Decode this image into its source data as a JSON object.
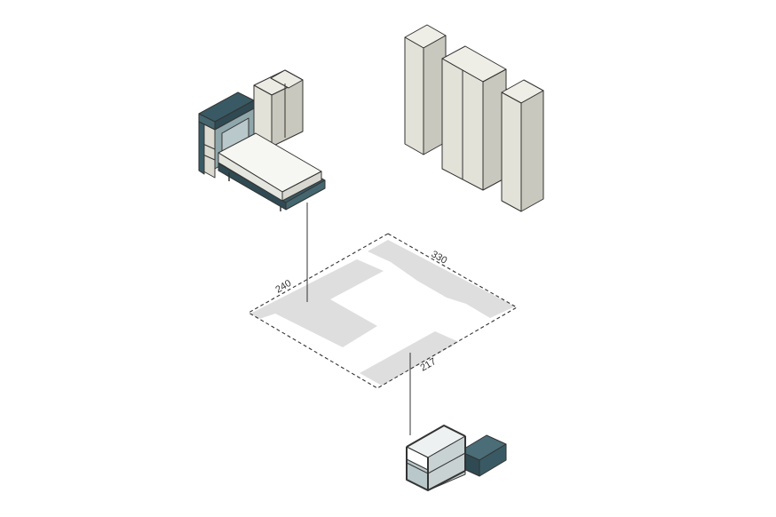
{
  "dimensions": {
    "width_label": "330",
    "depth_label": "240",
    "front_label": "217"
  },
  "colors": {
    "footprint": "#dddddd",
    "outline": "#333333",
    "panel_light": "#e3e2d8",
    "panel_side": "#c9c8be",
    "accent": "#395a64",
    "accent_light": "#7e9aa0"
  }
}
